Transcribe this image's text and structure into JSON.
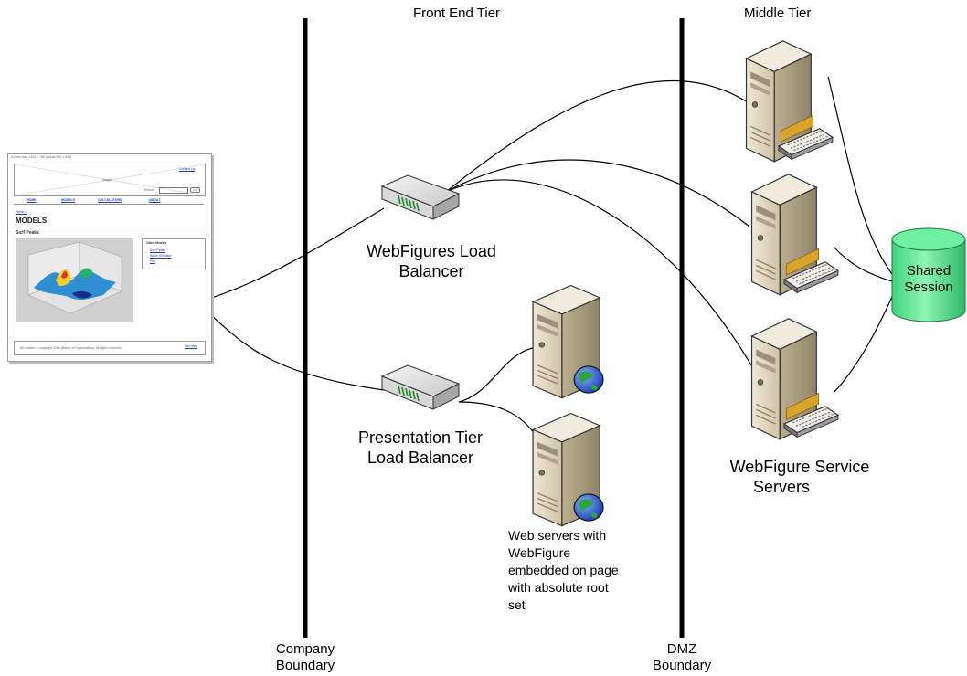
{
  "tiers": {
    "front_end": "Front End Tier",
    "middle": "Middle Tier"
  },
  "boundaries": {
    "company": [
      "Company",
      "Boundary"
    ],
    "dmz": [
      "DMZ",
      "Boundary"
    ]
  },
  "nodes": {
    "webfigures_lb": [
      "WebFigures Load",
      "Balancer"
    ],
    "presentation_lb": [
      "Presentation Tier",
      "Load Balancer"
    ],
    "web_servers_note": [
      "Web servers with",
      "WebFigure",
      "embedded on page",
      "with absolute root",
      "set"
    ],
    "service_servers": [
      "WebFigure Service",
      "Servers"
    ],
    "shared_session": [
      "Shared",
      "Session"
    ]
  },
  "mock_page": {
    "top_note": "Screen size 1024 × 768 (actual 990 × 690)",
    "contact": "Contact Us",
    "image": "Image",
    "search_label": "Search",
    "go": "GO",
    "nav": [
      "HOME",
      "MODELS",
      "CALCULATORS",
      "ABOUT"
    ],
    "breadcrumb": "Home >",
    "heading": "MODELS",
    "subheading": "Surf Peaks",
    "sidebar_title": "Other Models",
    "sidebar_links": [
      "Surf Peaks",
      "Wave Simulate",
      "Fire"
    ],
    "footer_text": "All content © copyright 2006 [Name of Organization]. All rights reserved.",
    "footer_link": "Site Map"
  },
  "colors": {
    "line": "#000000",
    "server_body": "#e4dcc8",
    "server_shade": "#b9ac90",
    "globe": "#2a5fd8",
    "cylinder": "#4de58a",
    "cylinder_edge": "#2a9a55"
  }
}
